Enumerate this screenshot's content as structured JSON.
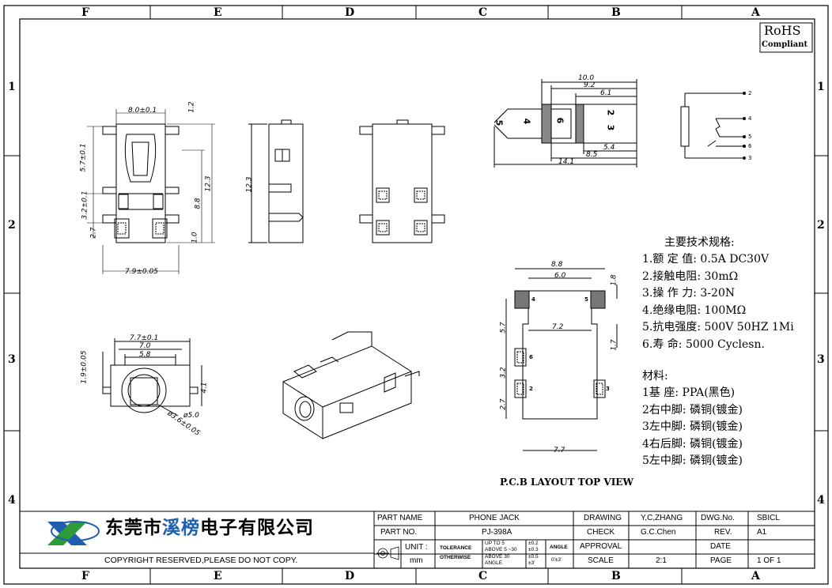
{
  "zones": {
    "columns": [
      "F",
      "E",
      "D",
      "C",
      "B",
      "A"
    ],
    "rows": [
      "1",
      "2",
      "3",
      "4"
    ]
  },
  "rohs": {
    "line1": "RoHS",
    "line2": "Compliant"
  },
  "dims": {
    "top_view": [
      "8.0±0.1",
      "1.2",
      "5.7±0.1",
      "3.2±0.1",
      "2.7",
      "12.3",
      "8.8",
      "1.0",
      "7.9±0.05"
    ],
    "side_view": [
      "12.3"
    ],
    "plug": [
      "10.0",
      "9.2",
      "6.1",
      "5.4",
      "8.5",
      "14.1"
    ],
    "plug_labels": [
      "5",
      "4",
      "6",
      "2",
      "3"
    ],
    "front_view": [
      "7.7±0.1",
      "7.0",
      "5.8",
      "1.9±0.05",
      "4.1",
      "ø5.0",
      "ø3.6±0.05"
    ],
    "pcb": [
      "8.8",
      "6.0",
      "1.8",
      "5.7",
      "7.2",
      "1.7",
      "3.2",
      "2.7",
      "7.7"
    ],
    "pcb_pads": [
      "4",
      "5",
      "6",
      "2",
      "3"
    ],
    "schematic_pins": [
      "2",
      "4",
      "5",
      "6",
      "3"
    ]
  },
  "pcb_title": "P.C.B LAYOUT TOP VIEW",
  "specs": {
    "title": "主要技术规格:",
    "items": [
      "1.额 定 值: 0.5A DC30V",
      "2.接触电阻: 30mΩ",
      "3.操 作 力: 3-20N",
      "4.绝缘电阻: 100MΩ",
      "5.抗电强度: 500V 50HZ 1Mi",
      "6.寿    命: 5000 Cyclesn."
    ]
  },
  "materials": {
    "title": "材料:",
    "items": [
      "1基  座: PPA(黑色)",
      "2右中脚: 磷铜(镀金)",
      "3左中脚: 磷铜(镀金)",
      "4右后脚: 磷铜(镀金)",
      "5左中脚: 磷铜(镀金)"
    ]
  },
  "title_block": {
    "company": "东莞市溪榜电子有限公司",
    "company_parts": [
      "东莞市",
      "溪榜",
      "电子",
      "有限公司"
    ],
    "copyright": "COPYRIGHT RESERVED,PLEASE DO NOT COPY.",
    "part_name_label": "PART NAME",
    "part_name": "PHONE JACK",
    "part_no_label": "PART NO.",
    "part_no": "PJ-398A",
    "unit_label": "UNIT :",
    "unit": "mm",
    "tolerance": "TOLERANCE",
    "otherwise": "OTHERWISE",
    "tol_rows": [
      "UP TO 5",
      "ABOVE 5 ~30",
      "ABOVE 30",
      "ANGLE"
    ],
    "tol_vals": [
      "±0.2",
      "±0.3",
      "±0.5",
      "±3'"
    ],
    "angle_label": "ANGLE",
    "angle_val": "0'±3'",
    "drawing_label": "DRAWING",
    "drawing": "Y,C,ZHANG",
    "check_label": "CHECK",
    "check": "G.C.Chen",
    "approval_label": "APPROVAL",
    "scale_label": "SCALE",
    "scale": "2:1",
    "dwg_label": "DWG.No.",
    "dwg": "SBICL",
    "rev_label": "REV.",
    "rev": "A1",
    "date_label": "DATE",
    "page_label": "PAGE",
    "page": "1  OF  1"
  },
  "colors": {
    "logo_blue": "#1f5fb0",
    "logo_green": "#2e9a3a",
    "ink": "#000000"
  }
}
